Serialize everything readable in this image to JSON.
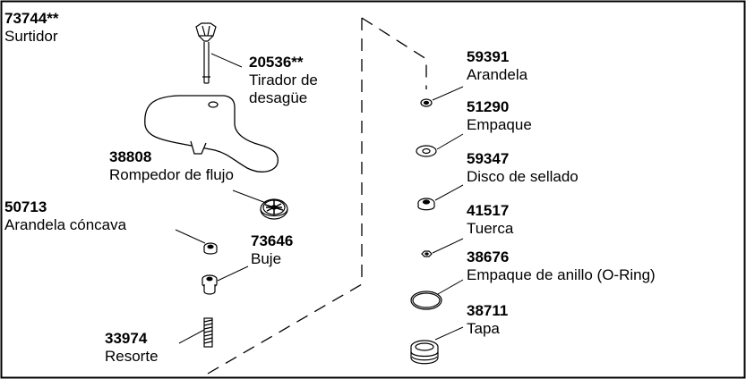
{
  "parts": [
    {
      "key": "spout",
      "number": "73744**",
      "name": "Surtidor"
    },
    {
      "key": "drain-pull",
      "number": "20536**",
      "name_lines": [
        "Tirador de",
        "desagüe"
      ]
    },
    {
      "key": "flow-breaker",
      "number": "38808",
      "name": "Rompedor de flujo"
    },
    {
      "key": "cup-washer",
      "number": "50713",
      "name": "Arandela cóncava"
    },
    {
      "key": "bushing",
      "number": "73646",
      "name": "Buje"
    },
    {
      "key": "spring",
      "number": "33974",
      "name": "Resorte"
    },
    {
      "key": "washer",
      "number": "59391",
      "name": "Arandela"
    },
    {
      "key": "gasket",
      "number": "51290",
      "name": "Empaque"
    },
    {
      "key": "seal-disc",
      "number": "59347",
      "name": "Disco de sellado"
    },
    {
      "key": "nut",
      "number": "41517",
      "name": "Tuerca"
    },
    {
      "key": "o-ring",
      "number": "38676",
      "name": "Empaque de anillo (O-Ring)"
    },
    {
      "key": "cap",
      "number": "38711",
      "name": "Tapa"
    }
  ]
}
